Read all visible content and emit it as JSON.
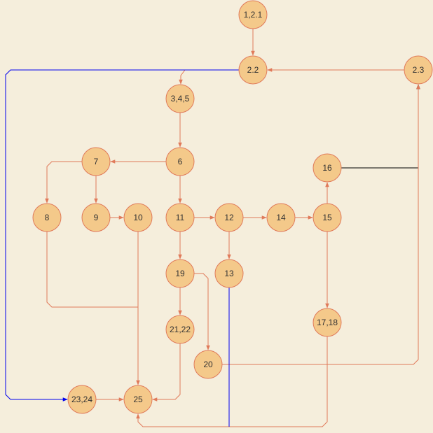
{
  "colors": {
    "background": "#f5eedc",
    "node_fill": "#f4c98a",
    "node_stroke": "#e07a5a",
    "edge_default": "#e07a5a",
    "edge_blue": "#0000ee",
    "edge_black": "#000000"
  },
  "nodes": [
    {
      "id": "n1",
      "label": "1,2.1"
    },
    {
      "id": "n22",
      "label": "2.2"
    },
    {
      "id": "n23",
      "label": "2.3"
    },
    {
      "id": "n345",
      "label": "3,4,5"
    },
    {
      "id": "n6",
      "label": "6"
    },
    {
      "id": "n7",
      "label": "7"
    },
    {
      "id": "n8",
      "label": "8"
    },
    {
      "id": "n9",
      "label": "9"
    },
    {
      "id": "n10",
      "label": "10"
    },
    {
      "id": "n11",
      "label": "11"
    },
    {
      "id": "n12",
      "label": "12"
    },
    {
      "id": "n13",
      "label": "13"
    },
    {
      "id": "n14",
      "label": "14"
    },
    {
      "id": "n15",
      "label": "15"
    },
    {
      "id": "n16",
      "label": "16"
    },
    {
      "id": "n1718",
      "label": "17,18"
    },
    {
      "id": "n19",
      "label": "19"
    },
    {
      "id": "n20",
      "label": "20"
    },
    {
      "id": "n2122",
      "label": "21,22"
    },
    {
      "id": "n2324",
      "label": "23,24"
    },
    {
      "id": "n25",
      "label": "25"
    }
  ],
  "edges": [
    {
      "from": "n1",
      "to": "n22",
      "color": "default"
    },
    {
      "from": "n23",
      "to": "n22",
      "color": "default"
    },
    {
      "from": "n22",
      "to": "n345",
      "color": "default"
    },
    {
      "from": "n22",
      "to": "n2324",
      "color": "blue"
    },
    {
      "from": "n345",
      "to": "n6",
      "color": "default"
    },
    {
      "from": "n6",
      "to": "n7",
      "color": "default"
    },
    {
      "from": "n6",
      "to": "n11",
      "color": "default"
    },
    {
      "from": "n7",
      "to": "n8",
      "color": "default"
    },
    {
      "from": "n7",
      "to": "n9",
      "color": "default"
    },
    {
      "from": "n9",
      "to": "n10",
      "color": "default"
    },
    {
      "from": "n10",
      "to": "n25",
      "color": "default"
    },
    {
      "from": "n8",
      "to": "n25",
      "color": "default"
    },
    {
      "from": "n11",
      "to": "n12",
      "color": "default"
    },
    {
      "from": "n11",
      "to": "n19",
      "color": "default"
    },
    {
      "from": "n12",
      "to": "n14",
      "color": "default"
    },
    {
      "from": "n12",
      "to": "n13",
      "color": "default"
    },
    {
      "from": "n14",
      "to": "n15",
      "color": "default"
    },
    {
      "from": "n15",
      "to": "n16",
      "color": "default"
    },
    {
      "from": "n15",
      "to": "n1718",
      "color": "default"
    },
    {
      "from": "n16",
      "to": "n23",
      "color": "black"
    },
    {
      "from": "n19",
      "to": "n2122",
      "color": "default"
    },
    {
      "from": "n19",
      "to": "n20",
      "color": "default"
    },
    {
      "from": "n20",
      "to": "n23",
      "color": "default"
    },
    {
      "from": "n2122",
      "to": "n25",
      "color": "default"
    },
    {
      "from": "n2324",
      "to": "n25",
      "color": "default"
    },
    {
      "from": "n1718",
      "to": "n25",
      "color": "default"
    },
    {
      "from": "n13",
      "to": "n25",
      "color": "blue"
    }
  ]
}
